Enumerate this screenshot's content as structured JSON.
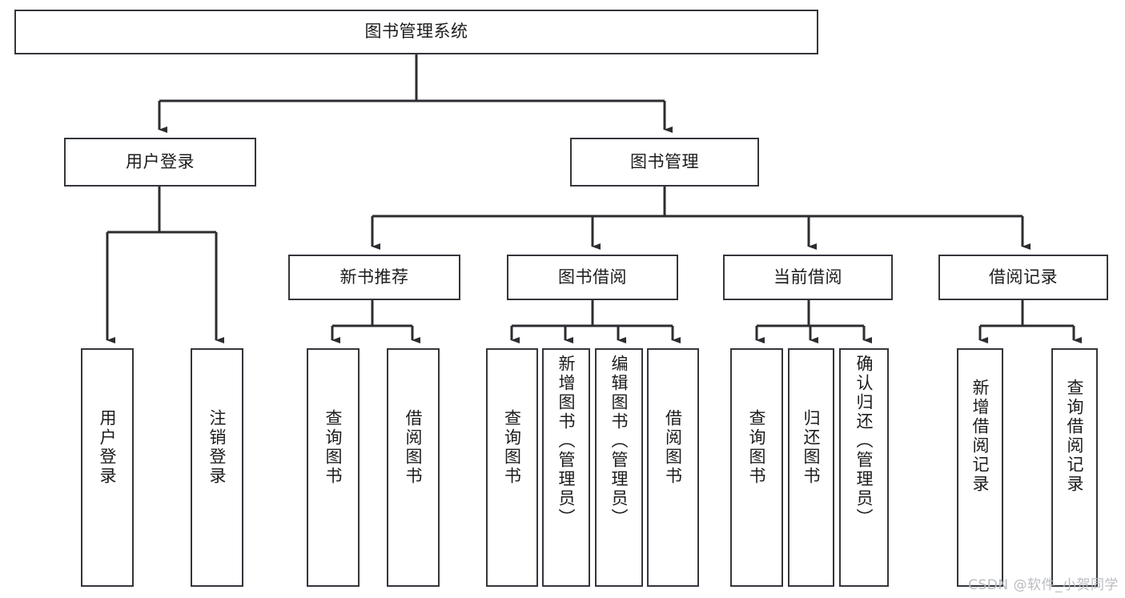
{
  "diagram": {
    "type": "tree",
    "title": "图书管理系统",
    "style": {
      "box_border_color": "#33363b",
      "box_fill_color": "#ffffff",
      "connector_color": "#2b2d31",
      "text_color": "#1b1c1e",
      "background_color": "#ffffff"
    },
    "watermark": "CSDN @软件_小贺同学",
    "root": {
      "id": "root",
      "label": "图书管理系统"
    },
    "level2": [
      {
        "id": "user-login",
        "label": "用户登录"
      },
      {
        "id": "book-manage",
        "label": "图书管理"
      }
    ],
    "level3": [
      {
        "id": "new-book-recommend",
        "label": "新书推荐",
        "parent": "book-manage"
      },
      {
        "id": "book-borrow",
        "label": "图书借阅",
        "parent": "book-manage"
      },
      {
        "id": "current-borrow",
        "label": "当前借阅",
        "parent": "book-manage"
      },
      {
        "id": "borrow-record",
        "label": "借阅记录",
        "parent": "book-manage"
      }
    ],
    "leaves": [
      {
        "id": "leaf-user-login",
        "label": "用户登录",
        "parent": "user-login"
      },
      {
        "id": "leaf-user-logout",
        "label": "注销登录",
        "parent": "user-login"
      },
      {
        "id": "leaf-query-book-1",
        "label": "查询图书",
        "parent": "new-book-recommend"
      },
      {
        "id": "leaf-borrow-book-1",
        "label": "借阅图书",
        "parent": "new-book-recommend"
      },
      {
        "id": "leaf-query-book-2",
        "label": "查询图书",
        "parent": "book-borrow"
      },
      {
        "id": "leaf-add-book",
        "label": "新增图书（管理员）",
        "parent": "book-borrow"
      },
      {
        "id": "leaf-edit-book",
        "label": "编辑图书（管理员）",
        "parent": "book-borrow"
      },
      {
        "id": "leaf-borrow-book-2",
        "label": "借阅图书",
        "parent": "book-borrow"
      },
      {
        "id": "leaf-query-book-3",
        "label": "查询图书",
        "parent": "current-borrow"
      },
      {
        "id": "leaf-return-book",
        "label": "归还图书",
        "parent": "current-borrow"
      },
      {
        "id": "leaf-confirm-return",
        "label": "确认归还（管理员）",
        "parent": "current-borrow"
      },
      {
        "id": "leaf-add-record",
        "label": "新增借阅记录",
        "parent": "borrow-record"
      },
      {
        "id": "leaf-query-record",
        "label": "查询借阅记录",
        "parent": "borrow-record"
      }
    ]
  }
}
